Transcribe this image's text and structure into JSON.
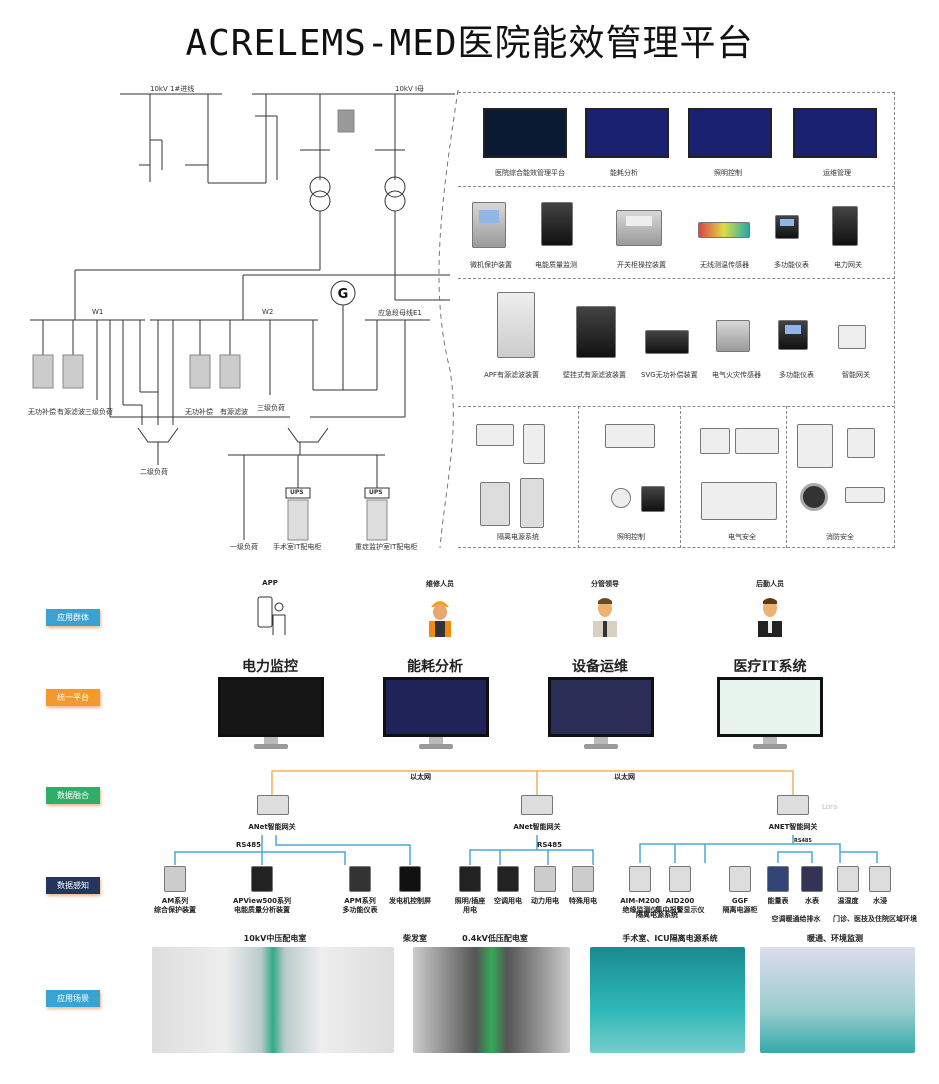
{
  "title": "ACRELEMS-MED医院能效管理平台",
  "single_line": {
    "incoming": "10kV 1#进线",
    "bus_main": "10kV I母",
    "w1": "W1",
    "w2": "W2",
    "emergency_bus": "应急段母线E1",
    "generator": "G",
    "loads": [
      "无功补偿",
      "有源滤波",
      "三级负荷",
      "无功补偿",
      "有源滤波",
      "三级负荷",
      "二级负荷",
      "一级负荷",
      "手术室IT配电柜",
      "重症监护室IT配电柜"
    ],
    "ups": "UPS"
  },
  "software": [
    "医院综合能效管理平台",
    "能耗分析",
    "照明控制",
    "运维管理"
  ],
  "devices_row2": [
    "微机保护装置",
    "电能质量监测",
    "开关柜操控装置",
    "无线测温传感器",
    "多功能仪表",
    "电力网关"
  ],
  "devices_row3": [
    "APF有源滤波装置",
    "壁挂式有源滤波装置",
    "SVG无功补偿装置",
    "电气火灾传感器",
    "多功能仪表",
    "智能网关"
  ],
  "systems_row4": [
    "隔离电源系统",
    "照明控制",
    "电气安全",
    "消防安全"
  ],
  "layers": [
    "应用群体",
    "统一平台",
    "数据融合",
    "数据感知",
    "应用场景"
  ],
  "layer_colors": [
    "#3aa3d0",
    "#f39a2c",
    "#2fae6a",
    "#24365e",
    "#3aa3d0"
  ],
  "users": [
    "APP",
    "维修人员",
    "分管领导",
    "后勤人员"
  ],
  "platforms": [
    "电力监控",
    "能耗分析",
    "设备运维",
    "医疗IT系统"
  ],
  "network": {
    "ethernet": "以太网",
    "rs485": "RS485",
    "lora": "Lora",
    "gateways": [
      "ANet智能网关",
      "ANet智能网关",
      "ANET智能网关"
    ]
  },
  "sensing": [
    {
      "l1": "AM系列",
      "l2": "综合保护装置"
    },
    {
      "l1": "APView500系列",
      "l2": "电能质量分析装置"
    },
    {
      "l1": "APM系列",
      "l2": "多功能仪表"
    },
    {
      "l1": "发电机控制屏",
      "l2": ""
    },
    {
      "l1": "照明/插座",
      "l2": "用电"
    },
    {
      "l1": "空调用电",
      "l2": ""
    },
    {
      "l1": "动力用电",
      "l2": ""
    },
    {
      "l1": "特殊用电",
      "l2": ""
    },
    {
      "l1": "AIM-M200",
      "l2": "绝缘监测仪"
    },
    {
      "l1": "AID200",
      "l2": "集中报警显示仪"
    },
    {
      "l1": "GGF",
      "l2": "隔离电源柜"
    },
    {
      "l1": "能量表",
      "l2": ""
    },
    {
      "l1": "水表",
      "l2": ""
    },
    {
      "l1": "温湿度",
      "l2": ""
    },
    {
      "l1": "水浸",
      "l2": ""
    }
  ],
  "sensing_groups": [
    "隔离电源系统",
    "空调暖通给排水",
    "门诊、医技及住院区域环境"
  ],
  "scenes": [
    "10kV中压配电室",
    "柴发室",
    "0.4kV低压配电室",
    "手术室、ICU隔离电源系统",
    "暖通、环境监测"
  ]
}
